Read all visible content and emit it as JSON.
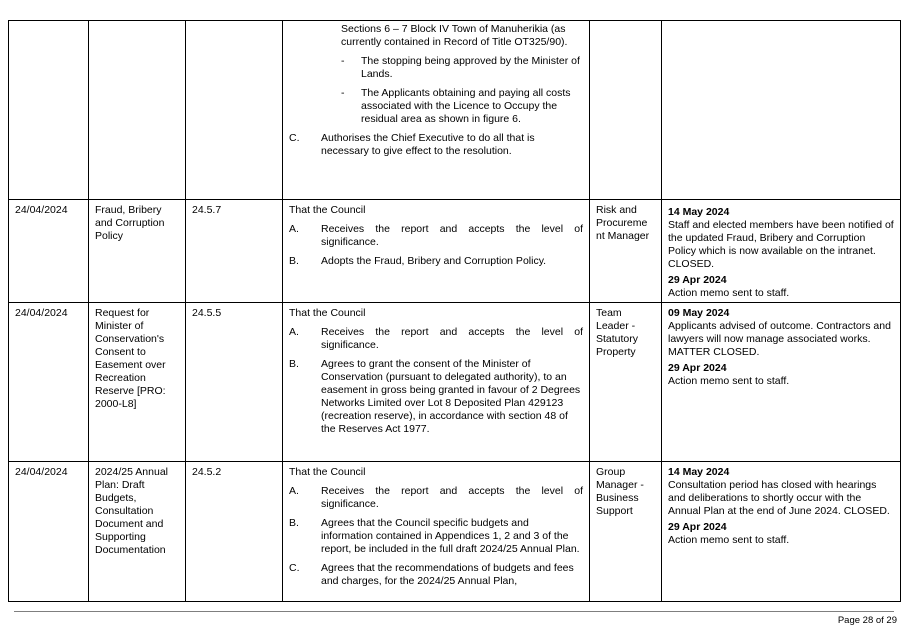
{
  "rows": [
    {
      "date": "",
      "subject": "",
      "item": "",
      "continuation": "Sections 6 – 7 Block IV Town of Manuherikia (as currently contained in Record of Title OT325/90).",
      "subitems": [
        {
          "dash": "-",
          "text": "The stopping being approved by the Minister of Lands."
        },
        {
          "dash": "-",
          "text": "The Applicants obtaining and paying all costs associated with the Licence to Occupy the residual area as shown in figure 6."
        }
      ],
      "resolutions": [
        {
          "label": "C.",
          "text": "Authorises the Chief Executive to do all that is necessary to give effect to the resolution."
        }
      ],
      "officer": "",
      "actions": []
    },
    {
      "date": "24/04/2024",
      "subject": "Fraud, Bribery and Corruption Policy",
      "item": "24.5.7",
      "intro": "That the Council",
      "resolutions": [
        {
          "label": "A.",
          "text": "Receives the report and accepts the level of significance."
        },
        {
          "label": "B.",
          "text": "Adopts the Fraud, Bribery and Corruption Policy."
        }
      ],
      "officer": "Risk and Procureme nt Manager",
      "actions": [
        {
          "date": "14 May 2024",
          "text": "Staff and elected members have been notified of the updated Fraud, Bribery and Corruption Policy which is now available on the intranet. CLOSED."
        },
        {
          "date": "29 Apr 2024",
          "text": "Action memo sent to staff."
        }
      ]
    },
    {
      "date": "24/04/2024",
      "subject": "Request for Minister of Conservation's Consent to Easement over Recreation Reserve [PRO: 2000-L8]",
      "item": "24.5.5",
      "intro": "That the Council",
      "resolutions": [
        {
          "label": "A.",
          "text": "Receives the report and accepts the level of significance."
        },
        {
          "label": "B.",
          "text": "Agrees to grant the consent of the Minister of Conservation (pursuant to delegated authority), to an easement in gross being granted in favour of 2 Degrees Networks Limited over Lot 8 Deposited Plan 429123 (recreation reserve), in accordance with section 48 of the Reserves Act 1977."
        }
      ],
      "officer": "Team Leader - Statutory Property",
      "actions": [
        {
          "date": "09 May 2024",
          "text": "Applicants advised of outcome. Contractors and lawyers will now manage associated works. MATTER CLOSED."
        },
        {
          "date": "29 Apr 2024",
          "text": "Action memo sent to staff."
        }
      ]
    },
    {
      "date": "24/04/2024",
      "subject": "2024/25 Annual Plan: Draft Budgets, Consultation Document and Supporting Documentation",
      "item": "24.5.2",
      "intro": "That the Council",
      "resolutions": [
        {
          "label": "A.",
          "text": "Receives the report and accepts the level of significance."
        },
        {
          "label": "B.",
          "text": "Agrees that the Council specific budgets and information contained in Appendices 1, 2 and 3 of the report, be included in the full draft 2024/25 Annual Plan."
        },
        {
          "label": "C.",
          "text": "Agrees that the recommendations of budgets and fees and charges, for the 2024/25 Annual Plan,"
        }
      ],
      "officer": "Group Manager - Business Support",
      "actions": [
        {
          "date": "14 May 2024",
          "text": "Consultation period has closed with hearings and deliberations to shortly occur with the Annual Plan at the end of June 2024. CLOSED."
        },
        {
          "date": "29 Apr 2024",
          "text": "Action memo sent to staff."
        }
      ]
    }
  ],
  "footer": {
    "page": "Page 28 of 29"
  }
}
